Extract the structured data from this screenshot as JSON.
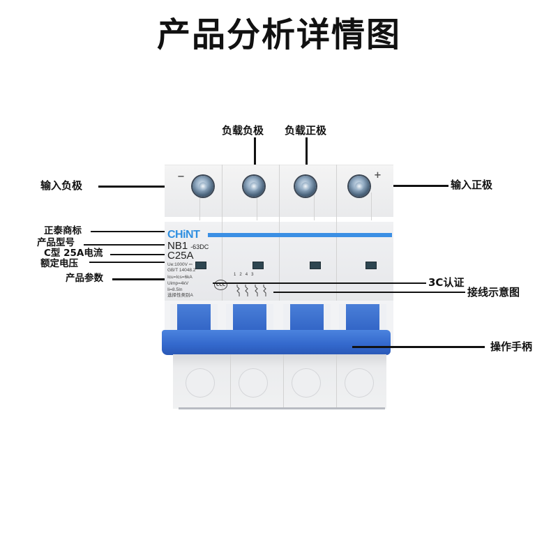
{
  "title": "产品分析详情图",
  "callouts": {
    "load_negative": "负载负极",
    "load_positive": "负载正极",
    "input_negative": "输入负极",
    "input_positive": "输入正极",
    "brand_logo": "正泰商标",
    "product_model": "产品型号",
    "c_type_current": "C型 25A电流",
    "rated_voltage": "额定电压",
    "product_params": "产品参数",
    "ccc_cert": "3C认证",
    "wiring_diagram": "接线示意图",
    "operating_handle": "操作手柄"
  },
  "device": {
    "brand": "CHiNT",
    "model": "NB1",
    "model_suffix": "-63DC",
    "rating": "C25A",
    "pole_signs": {
      "negative": "−",
      "positive": "+"
    },
    "specs": [
      "Ue:1000V ⎓",
      "GB/T 14048.2",
      "Icu=Ics=6kA",
      "Uimp=4kV",
      "Ii=8.5In",
      "选择性类别A"
    ],
    "ccc_mark": "CCC",
    "wiring_terminals": [
      "1",
      "2",
      "4",
      "3"
    ],
    "wiring_signs": [
      "−",
      "+"
    ],
    "colors": {
      "brand_blue": "#2f8fe0",
      "handle_blue": "#3368cc",
      "body": "#eeeff1"
    }
  }
}
